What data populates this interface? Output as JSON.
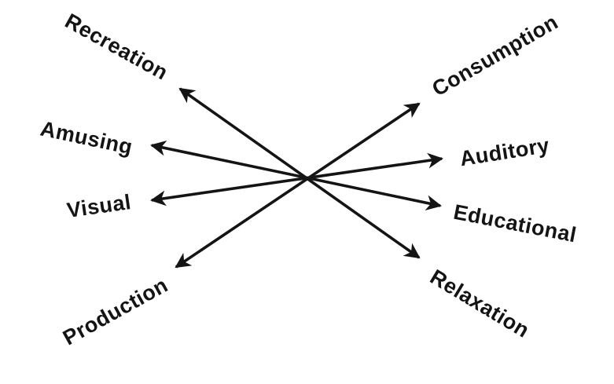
{
  "diagram": {
    "background_color": "#ffffff",
    "ink_color": "#141414",
    "labels": {
      "recreation": "Recreation",
      "amusing": "Amusing",
      "visual": "Visual",
      "production": "Production",
      "consumption": "Consumption",
      "auditory": "Auditory",
      "educational": "Educational",
      "relaxation": "Relaxation"
    },
    "axes": [
      {
        "from": "Recreation",
        "to": "Relaxation"
      },
      {
        "from": "Amusing",
        "to": "Educational"
      },
      {
        "from": "Visual",
        "to": "Auditory"
      },
      {
        "from": "Production",
        "to": "Consumption"
      }
    ]
  }
}
